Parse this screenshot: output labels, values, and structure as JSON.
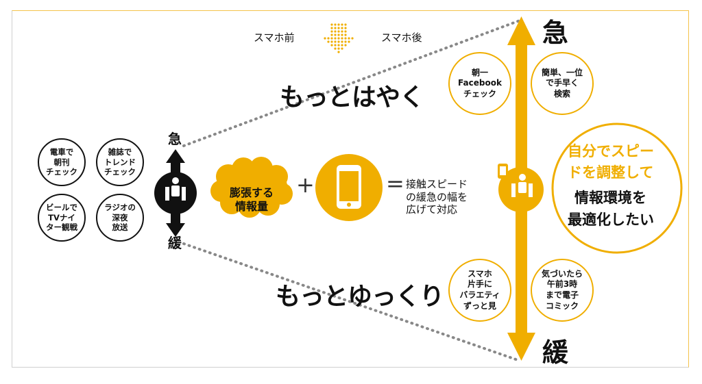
{
  "header": {
    "before": "スマホ前",
    "after": "スマホ後"
  },
  "phrases": {
    "faster": "もっとはやく",
    "slower": "もっとゆっくり"
  },
  "left_axis": {
    "fast": "急",
    "slow": "緩"
  },
  "left_activities": [
    "電車で\n朝刊\nチェック",
    "雑誌で\nトレンド\nチェック",
    "ビールで\nTVナイ\nター観戦",
    "ラジオの\n深夜\n放送"
  ],
  "equation": {
    "cloud": "膨張する\n情報量",
    "plus": "+",
    "equals": "=",
    "result": "接触スピード\nの緩急の幅を\n広げて対応"
  },
  "right_axis": {
    "fast": "急",
    "slow": "緩"
  },
  "right_activities": [
    "朝一\nFacebook\nチェック",
    "簡単、一位\nで手早く\n検索",
    "スマホ\n片手に\nバラエティ\nずっと見",
    "気づいたら\n午前3時\nまで電子\nコミック"
  ],
  "bubble": {
    "line1": "自分でスピー",
    "line2": "ドを調整して",
    "line3": "情報環境を",
    "line4": "最適化したい"
  },
  "colors": {
    "accent": "#f0ae00",
    "dark": "#111111",
    "dots": "#888888"
  }
}
